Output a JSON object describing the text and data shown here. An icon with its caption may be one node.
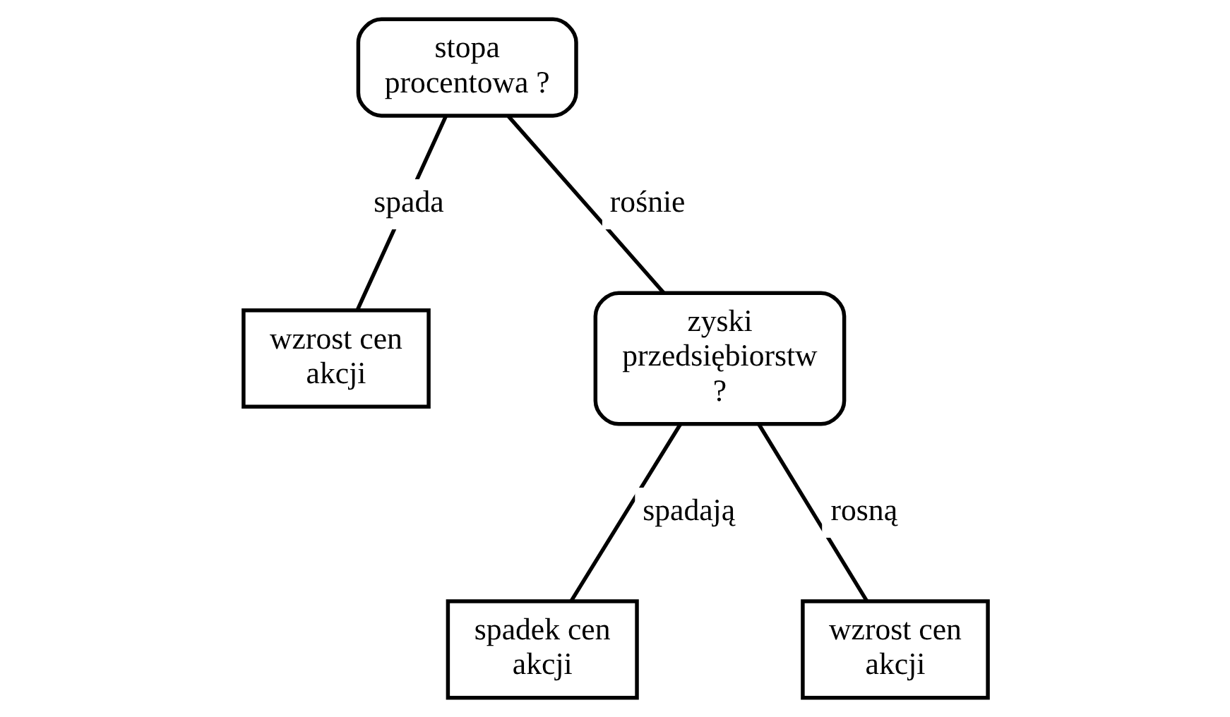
{
  "diagram": {
    "nodes": [
      {
        "text": [
          "stopa procentowa ?"
        ]
      },
      {
        "text": [
          "wzrost cen akcji"
        ]
      },
      {
        "text": [
          "zyski przedsiębiorstw ?"
        ]
      },
      {
        "text": [
          "spadek cen akcji"
        ]
      },
      {
        "text": [
          "wzrost cen akcji"
        ]
      }
    ],
    "edges": [
      {
        "from": 0,
        "to": 1,
        "arrow": "none",
        "label": "spada"
      },
      {
        "from": 0,
        "to": 2,
        "arrow": "none",
        "label": "rośnie"
      },
      {
        "from": 2,
        "to": 3,
        "arrow": "none",
        "label": "spadają"
      },
      {
        "from": 2,
        "to": 4,
        "arrow": "none",
        "label": "rosną"
      }
    ]
  }
}
